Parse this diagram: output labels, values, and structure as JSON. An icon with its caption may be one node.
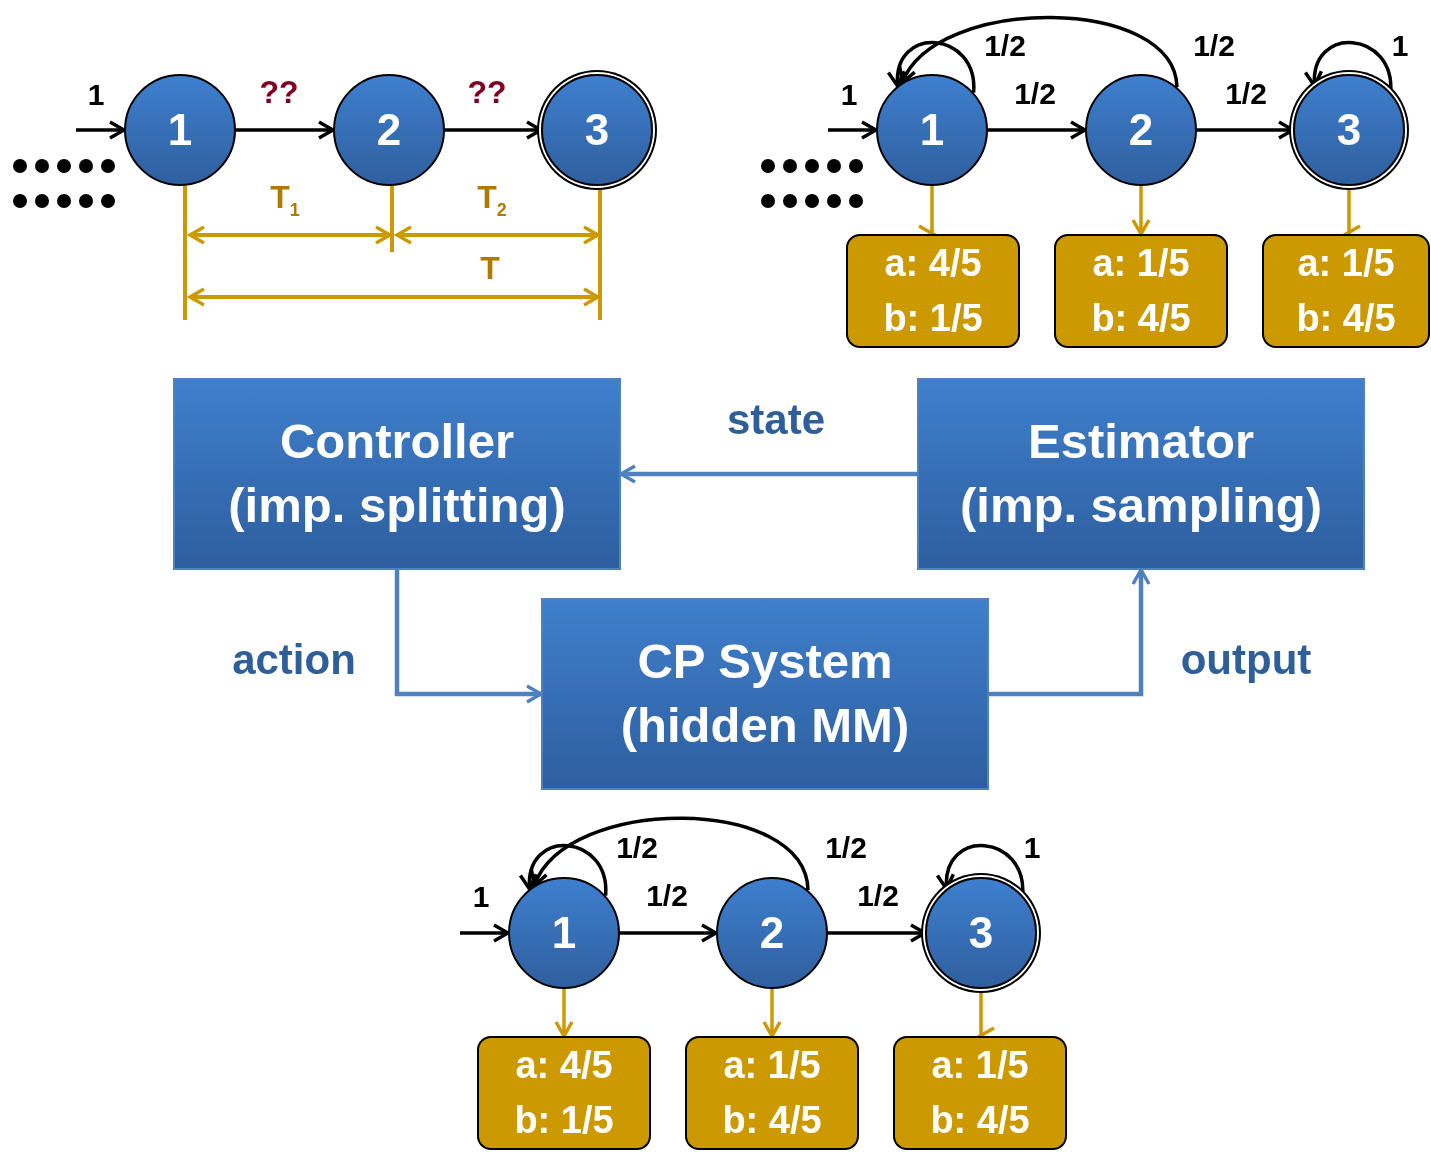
{
  "diagram": {
    "nodes": [
      {
        "text": [
          "1"
        ]
      },
      {
        "text": [
          "2"
        ]
      },
      {
        "text": [
          "3"
        ]
      },
      {
        "text": [
          "1"
        ]
      },
      {
        "text": [
          "2"
        ]
      },
      {
        "text": [
          "3"
        ]
      },
      {
        "text": [
          "a: 4/5",
          "b: 1/5"
        ]
      },
      {
        "text": [
          "a: 1/5",
          "b: 4/5"
        ]
      },
      {
        "text": [
          "a: 1/5",
          "b: 4/5"
        ]
      },
      {
        "text": [
          "Controller",
          "(imp. splitting)"
        ]
      },
      {
        "text": [
          "Estimator",
          "(imp. sampling)"
        ]
      },
      {
        "text": [
          "CP System",
          "(hidden MM)"
        ]
      },
      {
        "text": [
          "1"
        ]
      },
      {
        "text": [
          "2"
        ]
      },
      {
        "text": [
          "3"
        ]
      },
      {
        "text": [
          "a: 4/5",
          "b: 1/5"
        ]
      },
      {
        "text": [
          "a: 1/5",
          "b: 4/5"
        ]
      },
      {
        "text": [
          "a: 1/5",
          "b: 4/5"
        ]
      }
    ],
    "edges": [
      {
        "from": null,
        "to": 0,
        "arrow": "to",
        "label": "1"
      },
      {
        "from": 0,
        "to": 1,
        "arrow": "to",
        "label": "??"
      },
      {
        "from": 1,
        "to": 2,
        "arrow": "to",
        "label": "??"
      },
      {
        "from": null,
        "to": 3,
        "arrow": "to",
        "label": "1"
      },
      {
        "from": 3,
        "to": 3,
        "arrow": "to",
        "label": "1/2"
      },
      {
        "from": 3,
        "to": 4,
        "arrow": "to",
        "label": "1/2"
      },
      {
        "from": 4,
        "to": 3,
        "arrow": "to",
        "label": "1/2"
      },
      {
        "from": 4,
        "to": 5,
        "arrow": "to",
        "label": "1/2"
      },
      {
        "from": 5,
        "to": 5,
        "arrow": "to",
        "label": "1"
      },
      {
        "from": 3,
        "to": 6,
        "arrow": "to",
        "color": "#cc9900"
      },
      {
        "from": 4,
        "to": 7,
        "arrow": "to",
        "color": "#cc9900"
      },
      {
        "from": 5,
        "to": 8,
        "arrow": "to",
        "color": "#cc9900"
      },
      {
        "from": 10,
        "to": 9,
        "arrow": "to",
        "label": "state",
        "color": "#4f81bd"
      },
      {
        "from": 9,
        "to": 11,
        "arrow": "to",
        "label": "action",
        "color": "#4f81bd"
      },
      {
        "from": 11,
        "to": 10,
        "arrow": "to",
        "label": "output",
        "color": "#4f81bd"
      },
      {
        "from": null,
        "to": 12,
        "arrow": "to",
        "label": "1"
      },
      {
        "from": 12,
        "to": 12,
        "arrow": "to",
        "label": "1/2"
      },
      {
        "from": 12,
        "to": 13,
        "arrow": "to",
        "label": "1/2"
      },
      {
        "from": 13,
        "to": 12,
        "arrow": "to",
        "label": "1/2"
      },
      {
        "from": 13,
        "to": 14,
        "arrow": "to",
        "label": "1/2"
      },
      {
        "from": 14,
        "to": 14,
        "arrow": "to",
        "label": "1"
      },
      {
        "from": 12,
        "to": 15,
        "arrow": "to",
        "color": "#cc9900"
      },
      {
        "from": 13,
        "to": 16,
        "arrow": "to",
        "color": "#cc9900"
      },
      {
        "from": 14,
        "to": 17,
        "arrow": "to",
        "color": "#cc9900"
      }
    ],
    "labels": [
      "T$_{1}$",
      "T$_{2}$",
      "T"
    ]
  }
}
